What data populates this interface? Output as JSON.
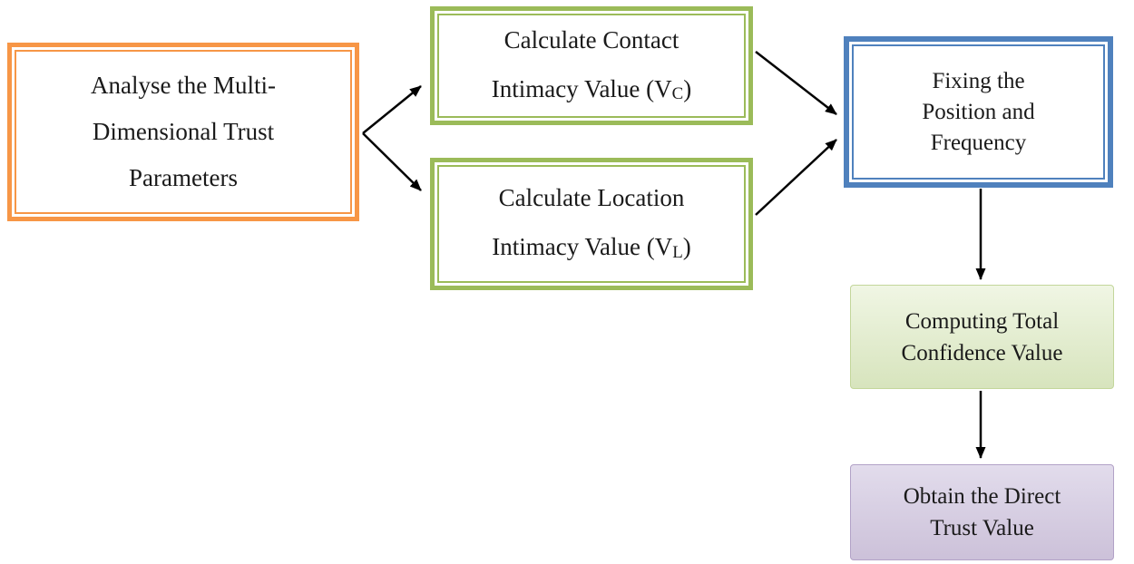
{
  "diagram": {
    "boxes": {
      "analyse": {
        "lines": [
          "Analyse the Multi-",
          "Dimensional Trust",
          "Parameters"
        ]
      },
      "contact": {
        "line1": "Calculate Contact",
        "line2_pre": "Intimacy Value (V",
        "line2_sub": "C",
        "line2_post": ")"
      },
      "location": {
        "line1": "Calculate Location",
        "line2_pre": "Intimacy Value (V",
        "line2_sub": "L",
        "line2_post": ")"
      },
      "fixing": {
        "lines": [
          "Fixing the",
          "Position and",
          "Frequency"
        ]
      },
      "computing": {
        "lines": [
          "Computing Total",
          "Confidence Value"
        ]
      },
      "obtain": {
        "lines": [
          "Obtain the Direct",
          "Trust Value"
        ]
      }
    },
    "colors": {
      "orange_border": "#F79646",
      "green_border": "#9BBB59",
      "blue_border": "#4F81BD",
      "computing_fill_top": "#F0F6E4",
      "computing_fill_bottom": "#D7E4BD",
      "computing_border": "#C3D69B",
      "obtain_fill_top": "#E2DCEC",
      "obtain_fill_bottom": "#CCC1D9",
      "obtain_border": "#B2A2C7",
      "arrow": "#000000",
      "text": "#1A1A1A"
    }
  }
}
